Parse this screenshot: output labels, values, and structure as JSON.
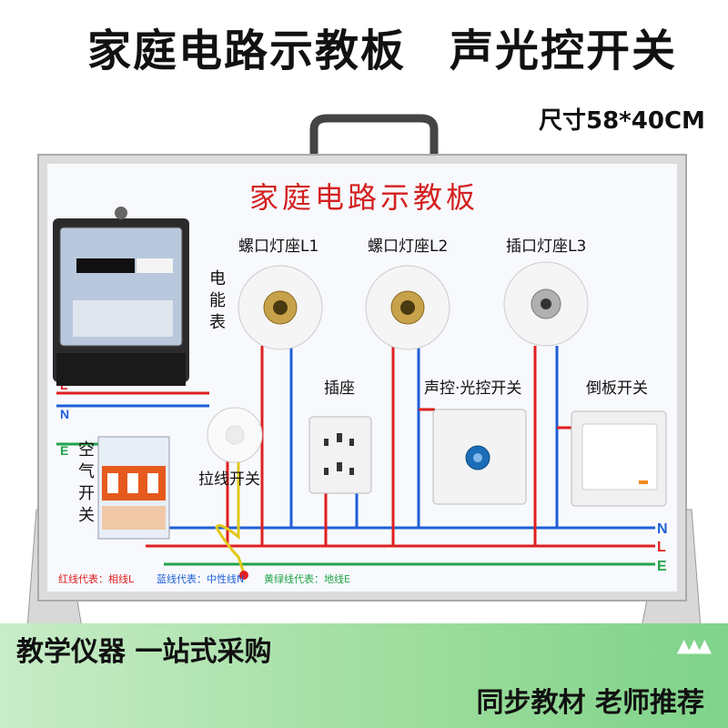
{
  "headline": {
    "primary": "家庭电路示教板",
    "secondary": "声光控开关"
  },
  "size_label": "尺寸58*40CM",
  "board": {
    "title": "家庭电路示教板",
    "meter_label": "电能表",
    "breaker_label": "空气开关",
    "lamp_holders": [
      "螺口灯座L1",
      "螺口灯座L2",
      "插口灯座L3"
    ],
    "socket_label": "插座",
    "voice_light_switch_label": "声控·光控开关",
    "rocker_switch_label": "倒板开关",
    "pull_switch_label": "拉线开关",
    "wire_letters": {
      "N": "N",
      "L": "L",
      "E": "E"
    },
    "legend": {
      "red": "红线代表：相线L",
      "blue": "蓝线代表：中性线N",
      "yellow_green": "黄绿线代表：地线E"
    }
  },
  "footer": {
    "left": "教学仪器 一站式采购",
    "right": "同步教材 老师推荐"
  },
  "colors": {
    "red_wire": "#e02020",
    "blue_wire": "#1f5fd6",
    "green_wire": "#22a34a",
    "footer_green": "#8fd98f"
  }
}
